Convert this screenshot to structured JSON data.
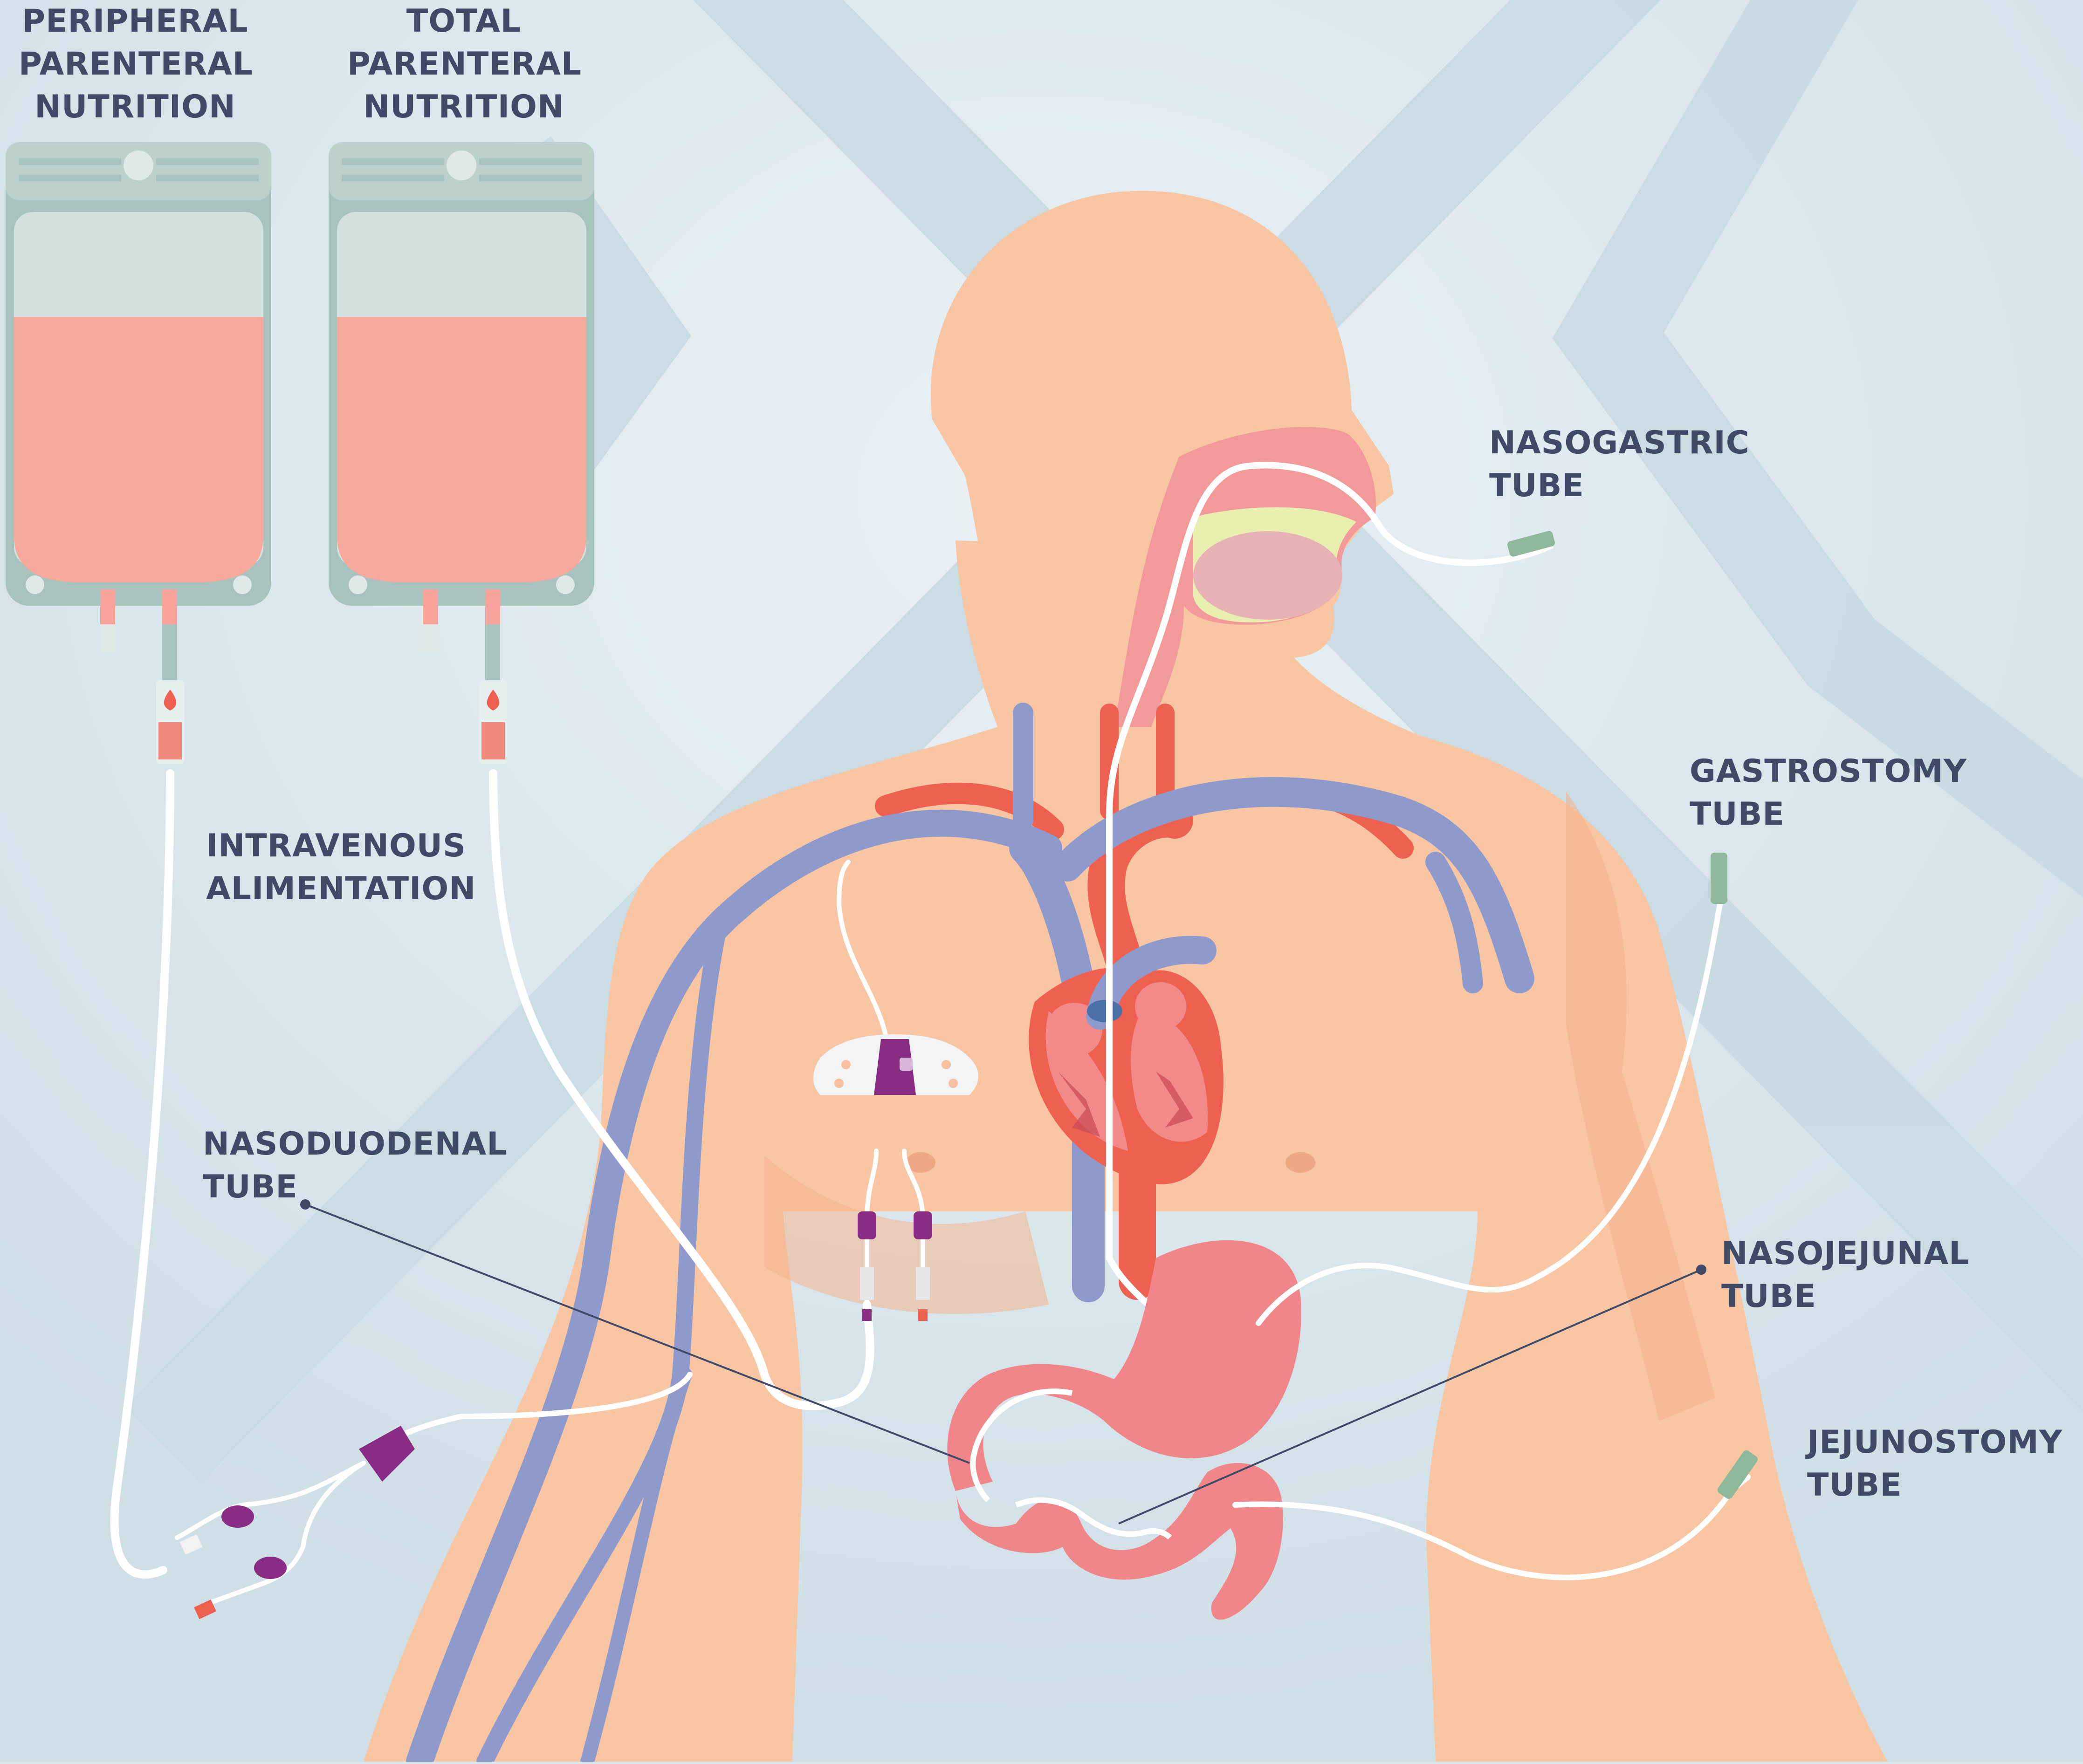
{
  "labels": {
    "ppn": [
      "PERIPHERAL",
      "PARENTERAL",
      "NUTRITION"
    ],
    "tpn": [
      "TOTAL",
      "PARENTERAL",
      "NUTRITION"
    ],
    "iv": [
      "INTRAVENOUS",
      "ALIMENTATION"
    ],
    "nasoduodenal": [
      "NASODUODENAL",
      "TUBE"
    ],
    "nasogastric": [
      "NASOGASTRIC",
      "TUBE"
    ],
    "gastrostomy": [
      "GASTROSTOMY",
      "TUBE"
    ],
    "nasojejunal": [
      "NASOJEJUNAL",
      "TUBE"
    ],
    "jejunostomy": [
      "JEJUNOSTOMY",
      "TUBE"
    ]
  },
  "colors": {
    "background": "#d9e6ec",
    "skin": "#f9c6a3",
    "skin_shade": "#f4b48e",
    "vein": "#8e9acb",
    "artery": "#ee6150",
    "organ": "#f0858a",
    "bag_frame": "#a8c2bd",
    "bag_fluid": "#f6a99c",
    "tube": "#ffffff",
    "text": "#3e4a66",
    "connector_purple": "#8a2c83",
    "connector_green": "#8fb79a"
  }
}
